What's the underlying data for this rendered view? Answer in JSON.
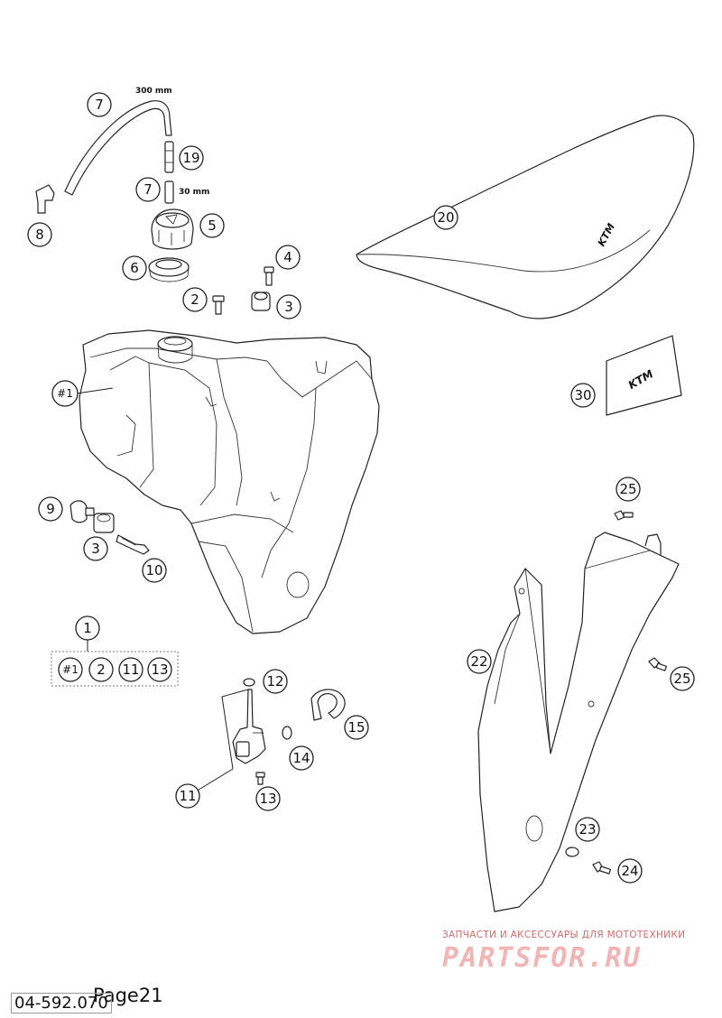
{
  "callouts": [
    {
      "label": "7",
      "cx": 0,
      "cy": 0
    },
    {
      "label": "19"
    },
    {
      "label": "7"
    },
    {
      "label": "5"
    },
    {
      "label": "8"
    },
    {
      "label": "6"
    },
    {
      "label": "4"
    },
    {
      "label": "2"
    },
    {
      "label": "3"
    },
    {
      "label": "#1"
    },
    {
      "label": "20"
    },
    {
      "label": "30"
    },
    {
      "label": "9"
    },
    {
      "label": "3"
    },
    {
      "label": "10"
    },
    {
      "label": "25"
    },
    {
      "label": "1"
    },
    {
      "label": "22"
    },
    {
      "label": "25"
    },
    {
      "label": "12"
    },
    {
      "label": "15"
    },
    {
      "label": "14"
    },
    {
      "label": "11"
    },
    {
      "label": "13"
    },
    {
      "label": "23"
    },
    {
      "label": "24"
    }
  ],
  "kit": [
    "#1",
    "2",
    "11",
    "13"
  ],
  "dimensions": {
    "hose_long": "300 mm",
    "hose_short": "30 mm"
  },
  "logo_text": "KTM",
  "watermark": {
    "top": "ЗАПЧАСТИ И АКСЕССУАРЫ ДЛЯ МОТОТЕХНИКИ",
    "logo": "PARTSFOR.RU"
  },
  "footer": {
    "doc_number": "04-592.070",
    "page": "Page21"
  }
}
